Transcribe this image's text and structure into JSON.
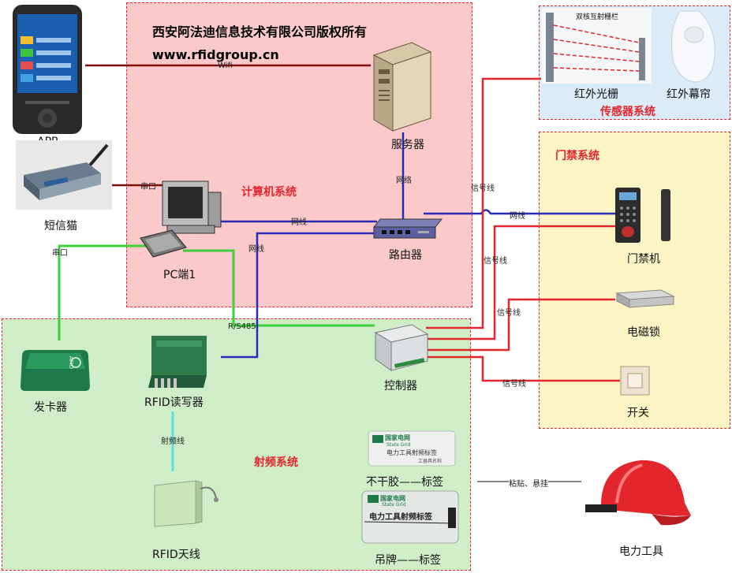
{
  "header": {
    "company": "西安阿法迪信息技术有限公司版权所有",
    "website": "www.rfidgroup.cn"
  },
  "zones": {
    "computer": "计算机系统",
    "sensor": "传感器系统",
    "access": "门禁系统",
    "rf": "射频系统"
  },
  "devices": {
    "app": "APP",
    "sms_modem": "短信猫",
    "pc": "PC端1",
    "server": "服务器",
    "router": "路由器",
    "ir_grating": "红外光栅",
    "ir_curtain": "红外幕帘",
    "access_controller": "门禁机",
    "mag_lock": "电磁锁",
    "switch": "开关",
    "controller": "控制器",
    "card_issuer": "发卡器",
    "rfid_reader": "RFID读写器",
    "rfid_antenna": "RFID天线",
    "adhesive_tag": "不干胶——标签",
    "hang_tag": "吊牌——标签",
    "power_tool": "电力工具"
  },
  "device_text": {
    "grating_title": "双核互射栅栏",
    "card_brand": "国家电网",
    "card_brand_en": "State Grid",
    "card_title": "电力工具射频标签",
    "card_subtitle": "工器具名称",
    "issuer_logo": "AFID"
  },
  "connections": {
    "wifi": "Wifi",
    "serial_sms": "串口",
    "serial_issuer": "串口",
    "lan_pc_router": "网线",
    "lan_server_router": "网络",
    "lan_reader": "网线",
    "lan_access": "网线",
    "rs485": "R/S485",
    "signal_sensor": "信号线",
    "signal_access": "信号线",
    "signal_lock": "信号线",
    "signal_switch": "信号线",
    "rf_cable": "射频线",
    "attach": "粘贴、悬挂"
  },
  "colors": {
    "zone_border": "#e3262b",
    "network": "#2a2ab8",
    "signal": "#e3262b",
    "serial": "#3dcf3d",
    "rf_cable": "#5fe0d8",
    "wifi": "#7a1010"
  }
}
